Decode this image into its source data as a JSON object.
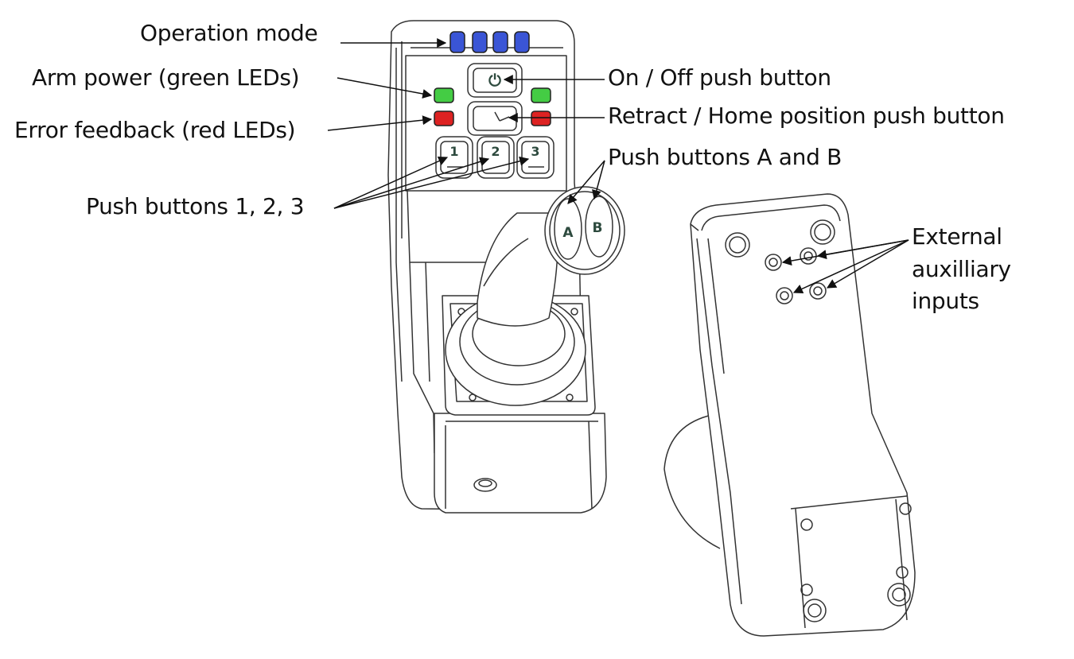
{
  "labels": {
    "operation_mode": "Operation mode",
    "arm_power": "Arm power (green LEDs)",
    "error_feedback": "Error feedback (red LEDs)",
    "push_buttons_123": "Push buttons 1, 2, 3",
    "on_off": "On / Off push button",
    "retract_home": "Retract / Home position push button",
    "push_buttons_ab": "Push buttons A and B",
    "external_inputs": [
      "External",
      "auxilliary",
      "inputs"
    ]
  },
  "button_glyphs": {
    "b1": "1",
    "b2": "2",
    "b3": "3",
    "a": "A",
    "b": "B",
    "power": "⏻"
  },
  "colors": {
    "mode_led": "#3a55d6",
    "arm_power_led": "#44cc44",
    "error_led": "#dd2222",
    "outline": "#333333"
  }
}
